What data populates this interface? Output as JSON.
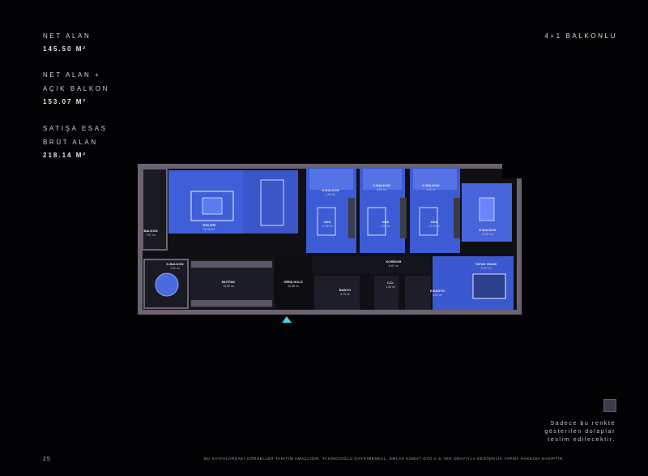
{
  "areas": {
    "net_label": "NET ALAN",
    "net_value": "145.50 M²",
    "net_balcony_label_1": "NET ALAN +",
    "net_balcony_label_2": "AÇIK BALKON",
    "net_balcony_value": "153.07 M²",
    "gross_label_1": "SATIŞA ESAS",
    "gross_label_2": "BRÜT ALAN",
    "gross_value": "218.14 M²"
  },
  "unit_type": "4+1 BALKONLU",
  "rooms": [
    {
      "name": "SALON",
      "area": "31.60 m²"
    },
    {
      "name": "BALKON",
      "area": "7.57 m²"
    },
    {
      "name": "K.BALKON",
      "area": "7.01 m²"
    },
    {
      "name": "MUTFAK",
      "area": "13.92 m²"
    },
    {
      "name": "GİRİŞ HOLÜ",
      "area": "10.58 m²"
    },
    {
      "name": "BANYO",
      "area": "4.73 m²"
    },
    {
      "name": "C.D.",
      "area": "1.36 m²"
    },
    {
      "name": "K.BALKON",
      "area": "4.53 m²"
    },
    {
      "name": "ODA",
      "area": "11.26 m²"
    },
    {
      "name": "K.BALKON",
      "area": "4.52 m²"
    },
    {
      "name": "ODA",
      "area": "9.83 m²"
    },
    {
      "name": "K.BALKON",
      "area": "4.52 m²"
    },
    {
      "name": "ODA",
      "area": "10.00 m²"
    },
    {
      "name": "KORİDOR",
      "area": "6.67 m²"
    },
    {
      "name": "E.BANYO",
      "area": "4.62 m²"
    },
    {
      "name": "E.BALKON",
      "area": "13.67 m²"
    },
    {
      "name": "YATAK ODASI",
      "area": "13.67 m²"
    }
  ],
  "legend": {
    "swatch_color": "#3b3d49",
    "line1": "Sadece bu renkte",
    "line2": "gösterilen dolaplar",
    "line3": "teslim edilecektir."
  },
  "page_number": "25",
  "disclaimer": "BU SAYFALARDAKİ GÖRSELLER TANITIM AMAÇLIDIR. TAHİNCİOĞLU GAYRİMENKUL, EMLAK KONUT GYO A.Ş.'NİN ONAYIYLA DEĞİŞİKLİK YAPMA HAKKINA SAHİPTİR.",
  "colors": {
    "background": "#020204",
    "room_blue": "#3f5fd8",
    "wall": "#6b6470",
    "floor_dark": "#101014",
    "entrance_marker": "#3fd6e0"
  }
}
